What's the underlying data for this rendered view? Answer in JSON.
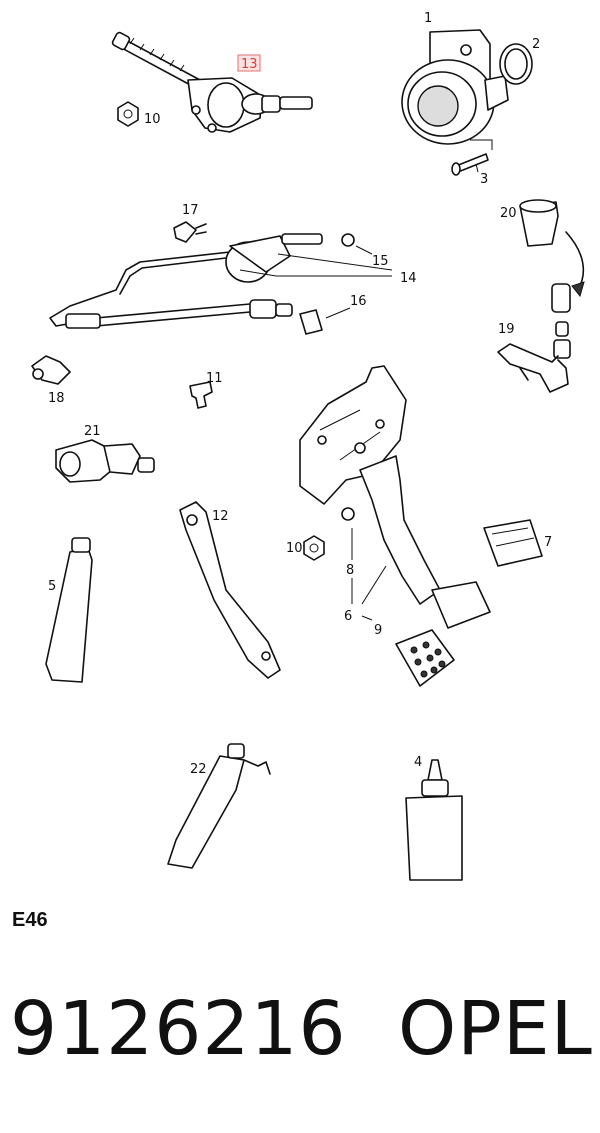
{
  "diagram": {
    "selected_callout": "13",
    "callouts": [
      {
        "id": "c1",
        "text": "1"
      },
      {
        "id": "c2",
        "text": "2"
      },
      {
        "id": "c3",
        "text": "3"
      },
      {
        "id": "c4",
        "text": "4"
      },
      {
        "id": "c5",
        "text": "5"
      },
      {
        "id": "c6",
        "text": "6"
      },
      {
        "id": "c7",
        "text": "7"
      },
      {
        "id": "c8",
        "text": "8"
      },
      {
        "id": "c9",
        "text": "9"
      },
      {
        "id": "c10a",
        "text": "10"
      },
      {
        "id": "c10b",
        "text": "10"
      },
      {
        "id": "c11",
        "text": "11"
      },
      {
        "id": "c12",
        "text": "12"
      },
      {
        "id": "c14",
        "text": "14"
      },
      {
        "id": "c15",
        "text": "15"
      },
      {
        "id": "c16",
        "text": "16"
      },
      {
        "id": "c17",
        "text": "17"
      },
      {
        "id": "c18",
        "text": "18"
      },
      {
        "id": "c19",
        "text": "19"
      },
      {
        "id": "c20",
        "text": "20"
      },
      {
        "id": "c21",
        "text": "21"
      },
      {
        "id": "c22",
        "text": "22"
      }
    ]
  },
  "footer": {
    "diagram_code": "E46",
    "part_number": "9126216",
    "brand": "OPEL"
  }
}
